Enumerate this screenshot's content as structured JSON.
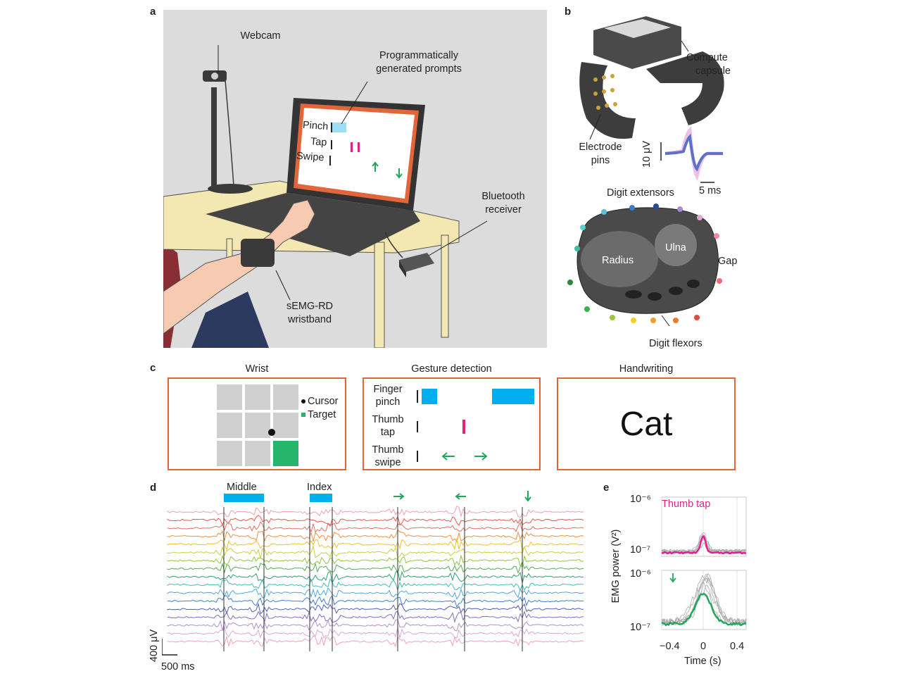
{
  "panels": {
    "a": {
      "letter": "a",
      "labels": {
        "webcam": "Webcam",
        "prompts_line1": "Programmatically",
        "prompts_line2": "generated prompts",
        "bluetooth_line1": "Bluetooth",
        "bluetooth_line2": "receiver",
        "wristband_line1": "sEMG-RD",
        "wristband_line2": "wristband"
      },
      "screen_prompts": [
        "Pinch",
        "Tap",
        "Swipe"
      ]
    },
    "b": {
      "letter": "b",
      "labels": {
        "compute_line1": "Compute",
        "compute_line2": "capsule",
        "electrode_line1": "Electrode",
        "electrode_line2": "pins",
        "scale_voltage": "10 μV",
        "scale_time": "5 ms",
        "digit_extensors": "Digit extensors",
        "digit_flexors": "Digit flexors",
        "radius": "Radius",
        "ulna": "Ulna",
        "gap": "Gap"
      }
    },
    "c": {
      "letter": "c",
      "wrist": {
        "title": "Wrist",
        "legend_cursor": "Cursor",
        "legend_target": "Target"
      },
      "gesture": {
        "title": "Gesture detection",
        "rows": [
          {
            "line1": "Finger",
            "line2": "pinch"
          },
          {
            "line1": "Thumb",
            "line2": "tap"
          },
          {
            "line1": "Thumb",
            "line2": "swipe"
          }
        ]
      },
      "handwriting": {
        "title": "Handwriting",
        "word": "Cat"
      }
    },
    "d": {
      "letter": "d",
      "labels": {
        "middle": "Middle",
        "index": "Index",
        "scale_voltage": "400 μV",
        "scale_time": "500 ms"
      }
    },
    "e": {
      "letter": "e",
      "top_title": "Thumb tap",
      "y_axis_label": "EMG power (V²)",
      "x_axis_label": "Time (s)",
      "y_ticks_top": [
        "10⁻⁶",
        "10⁻⁷"
      ],
      "y_ticks_bottom": [
        "10⁻⁶",
        "10⁻⁷"
      ],
      "x_ticks": [
        "−0.4",
        "0",
        "0.4"
      ]
    }
  },
  "colors": {
    "accent_orange": "#e2663a",
    "cyan": "#00aeef",
    "magenta": "#e0218a",
    "green": "#1fa85a"
  }
}
